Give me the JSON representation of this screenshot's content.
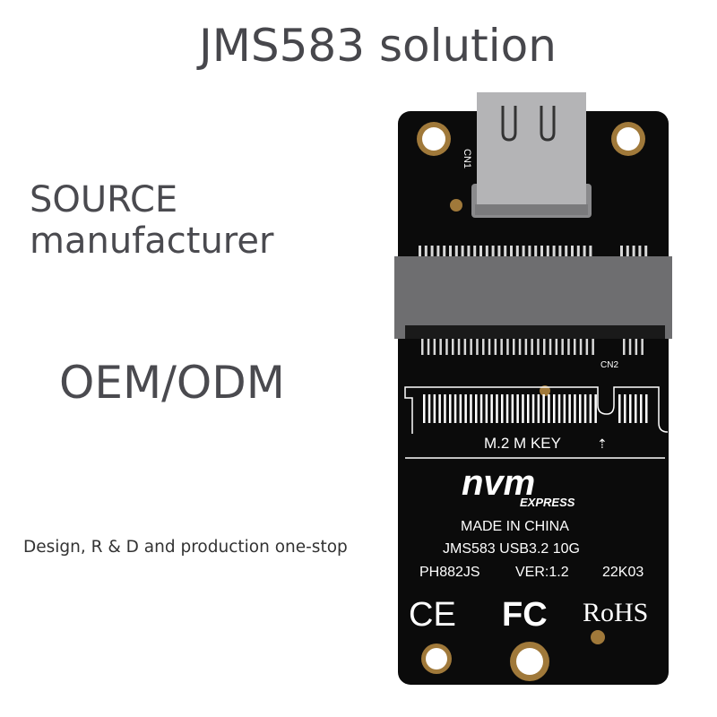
{
  "headline": "JMS583 solution",
  "source_line1": "SOURCE",
  "source_line2": "manufacturer",
  "oem": "OEM/ODM",
  "tagline": "Design, R & D and production one-stop",
  "board": {
    "cn1": "CN1",
    "cn2": "CN2",
    "key_label": "M.2 M KEY",
    "logo_main": "nvm",
    "logo_sub": "EXPRESS",
    "made_in": "MADE IN CHINA",
    "model": "JMS583 USB3.2 10G",
    "pn": "PH882JS",
    "version": "VER:1.2",
    "date_code": "22K03",
    "cert_ce": "CE",
    "cert_fc": "FC",
    "cert_rohs": "RoHS"
  },
  "colors": {
    "pcb": "#0b0b0b",
    "slot": "#6e6e70",
    "pad": "#a0793a",
    "connector": "#b4b4b6"
  }
}
